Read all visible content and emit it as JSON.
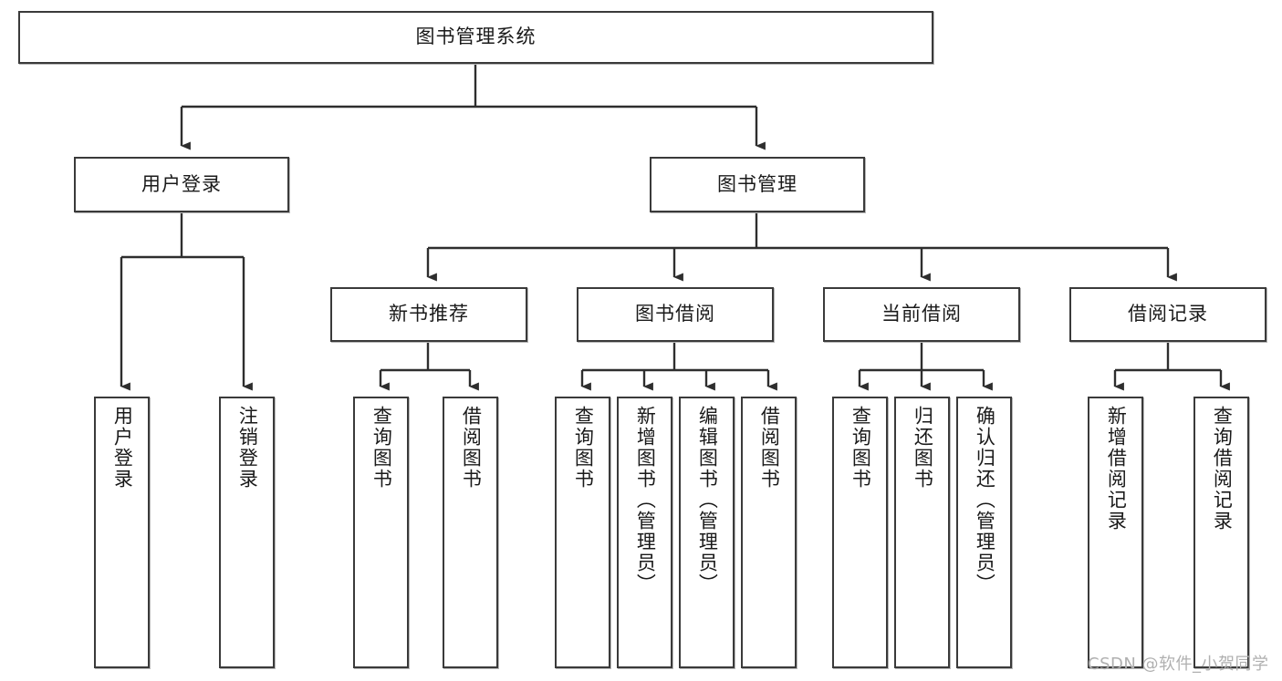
{
  "diagram": {
    "title": "图书管理系统",
    "type": "tree",
    "style": {
      "box_border": "#3a3a3a",
      "box_fill": "#ffffff",
      "edge_color": "#2e2e2e",
      "text_color": "#1a1a1a",
      "background": "#ffffff"
    }
  },
  "nodes": {
    "root": {
      "label": "图书管理系统",
      "level": 1
    },
    "level2": [
      {
        "id": "user_login",
        "label": "用户登录"
      },
      {
        "id": "book_manage",
        "label": "图书管理"
      }
    ],
    "level3": [
      {
        "id": "new_book_rec",
        "label": "新书推荐"
      },
      {
        "id": "book_borrow",
        "label": "图书借阅"
      },
      {
        "id": "current_borrow",
        "label": "当前借阅"
      },
      {
        "id": "borrow_record",
        "label": "借阅记录"
      }
    ],
    "leaves": {
      "user_login": [
        {
          "id": "leaf_user_login",
          "label": "用户登录"
        },
        {
          "id": "leaf_logout",
          "label": "注销登录"
        }
      ],
      "new_book_rec": [
        {
          "id": "leaf_query_book_1",
          "label": "查询图书"
        },
        {
          "id": "leaf_borrow_book_1",
          "label": "借阅图书"
        }
      ],
      "book_borrow": [
        {
          "id": "leaf_query_book_2",
          "label": "查询图书"
        },
        {
          "id": "leaf_add_book",
          "label": "新增图书（管理员）"
        },
        {
          "id": "leaf_edit_book",
          "label": "编辑图书（管理员）"
        },
        {
          "id": "leaf_borrow_book_2",
          "label": "借阅图书"
        }
      ],
      "current_borrow": [
        {
          "id": "leaf_query_book_3",
          "label": "查询图书"
        },
        {
          "id": "leaf_return_book",
          "label": "归还图书"
        },
        {
          "id": "leaf_confirm_return",
          "label": "确认归还（管理员）"
        }
      ],
      "borrow_record": [
        {
          "id": "leaf_add_record",
          "label": "新增借阅记录"
        },
        {
          "id": "leaf_query_record",
          "label": "查询借阅记录"
        }
      ]
    }
  },
  "watermark": {
    "text": "CSDN @软件_小贺同学"
  }
}
